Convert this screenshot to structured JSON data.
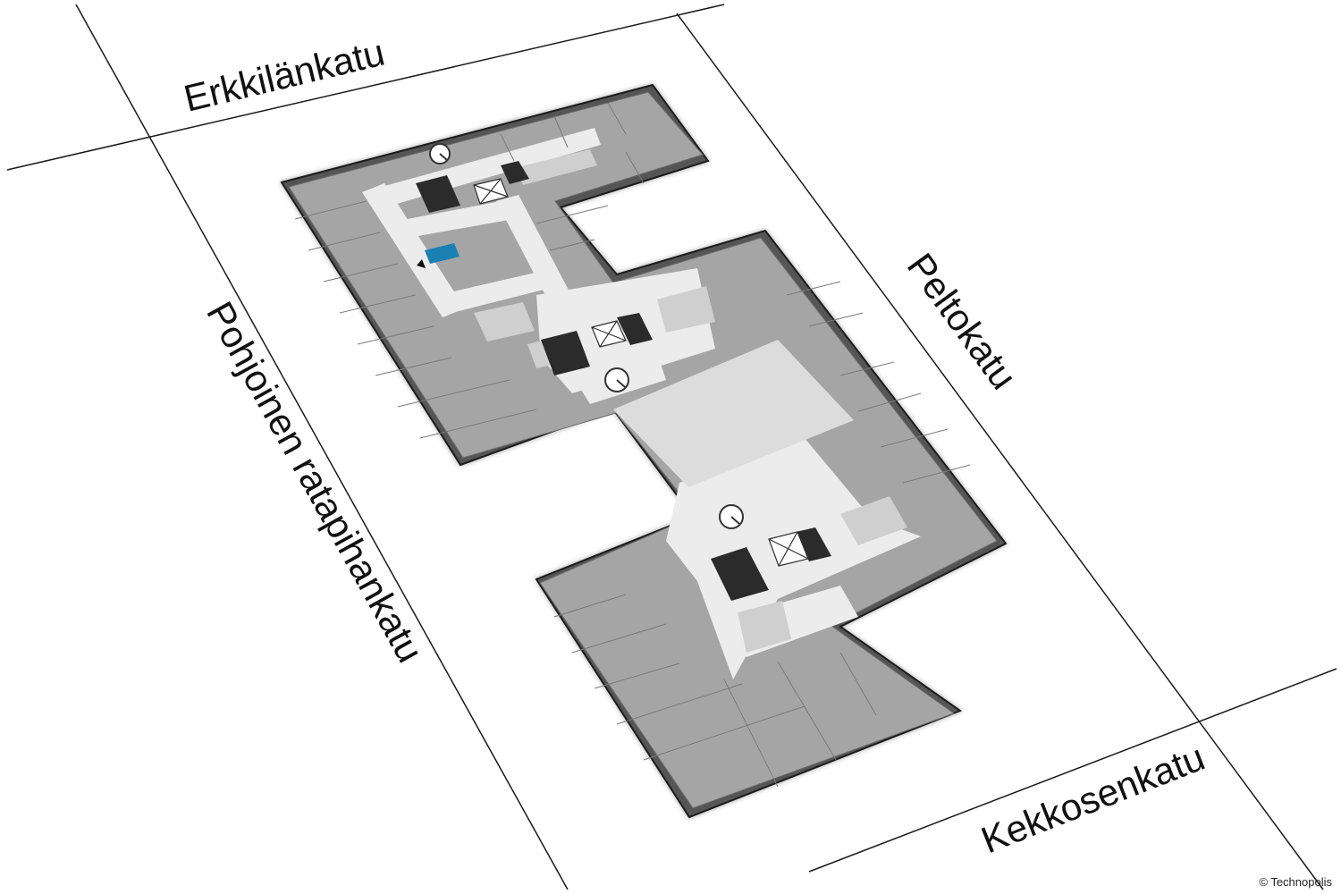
{
  "streets": {
    "erkkilankatu": "Erkkilänkatu",
    "peltokatu": "Peltokatu",
    "pohjoinen_ratapihankatu": "Pohjoinen ratapihankatu",
    "kekkosenkatu": "Kekkosenkatu"
  },
  "credit": "© Technopolis",
  "colors": {
    "floor": "#a5a5a5",
    "wall": "#555555",
    "corridor": "#ececec",
    "light_room": "#cfcfcf",
    "atrium": "#dcdcdc",
    "dark_room": "#2b2b2b",
    "highlight_room": "#1a7fb2",
    "street_line": "#1a1a1a"
  },
  "icons": [
    "stair-icon",
    "elevator-icon",
    "location-marker-icon"
  ]
}
